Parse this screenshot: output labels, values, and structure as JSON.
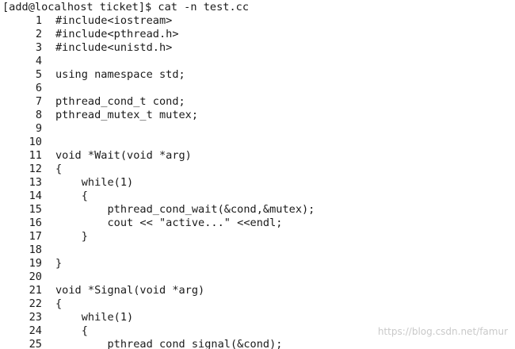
{
  "terminal": {
    "prompt": "[add@localhost ticket]$ cat -n test.cc",
    "lines": [
      {
        "num": "1",
        "code": "#include<iostream>"
      },
      {
        "num": "2",
        "code": "#include<pthread.h>"
      },
      {
        "num": "3",
        "code": "#include<unistd.h>"
      },
      {
        "num": "4",
        "code": ""
      },
      {
        "num": "5",
        "code": "using namespace std;"
      },
      {
        "num": "6",
        "code": ""
      },
      {
        "num": "7",
        "code": "pthread_cond_t cond;"
      },
      {
        "num": "8",
        "code": "pthread_mutex_t mutex;"
      },
      {
        "num": "9",
        "code": ""
      },
      {
        "num": "10",
        "code": ""
      },
      {
        "num": "11",
        "code": "void *Wait(void *arg)"
      },
      {
        "num": "12",
        "code": "{"
      },
      {
        "num": "13",
        "code": "    while(1)"
      },
      {
        "num": "14",
        "code": "    {"
      },
      {
        "num": "15",
        "code": "        pthread_cond_wait(&cond,&mutex);"
      },
      {
        "num": "16",
        "code": "        cout << \"active...\" <<endl;"
      },
      {
        "num": "17",
        "code": "    }"
      },
      {
        "num": "18",
        "code": ""
      },
      {
        "num": "19",
        "code": "}"
      },
      {
        "num": "20",
        "code": ""
      },
      {
        "num": "21",
        "code": "void *Signal(void *arg)"
      },
      {
        "num": "22",
        "code": "{"
      },
      {
        "num": "23",
        "code": "    while(1)"
      },
      {
        "num": "24",
        "code": "    {"
      },
      {
        "num": "25",
        "code": "        pthread_cond_signal(&cond);"
      }
    ]
  },
  "watermark": {
    "text": "https://blog.csdn.net/famur"
  }
}
